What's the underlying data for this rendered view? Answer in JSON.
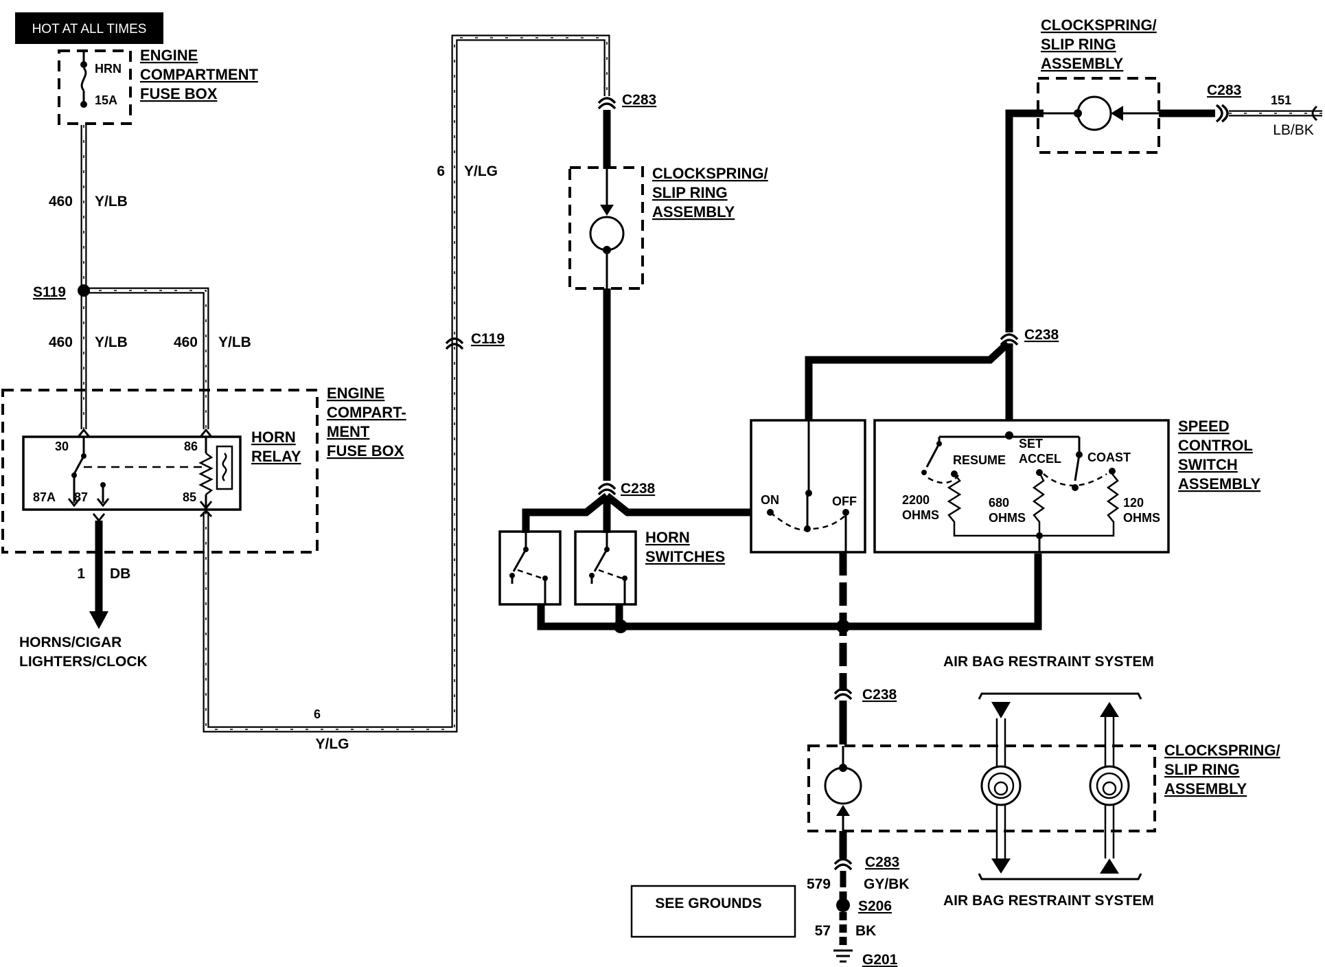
{
  "header": {
    "hot_label": "HOT AT ALL TIMES"
  },
  "fuse_box_top": {
    "line1": "ENGINE",
    "line2": "COMPARTMENT",
    "line3": "FUSE BOX",
    "fuse_name": "HRN",
    "fuse_rating": "15A"
  },
  "wires": {
    "w460_a_num": "460",
    "w460_a_color": "Y/LB",
    "w460_b_num": "460",
    "w460_b_color": "Y/LB",
    "w460_c_num": "460",
    "w460_c_color": "Y/LB",
    "w6_top_num": "6",
    "w6_top_color": "Y/LG",
    "w6_bottom_num": "6",
    "w6_bottom_color": "Y/LG",
    "w1_num": "1",
    "w1_color": "DB",
    "w151_num": "151",
    "w151_color": "LB/BK",
    "w579_num": "579",
    "w579_color": "GY/BK",
    "w57_num": "57",
    "w57_color": "BK"
  },
  "splices": {
    "s119": "S119",
    "s206": "S206"
  },
  "connectors": {
    "c283_top": "C283",
    "c283_right": "C283",
    "c283_bottom": "C283",
    "c119": "C119",
    "c238_horn": "C238",
    "c238_speed": "C238",
    "c238_bottom": "C238"
  },
  "ground": "G201",
  "fuse_box_relay": {
    "line1": "ENGINE",
    "line2": "COMPART-",
    "line3": "MENT",
    "line4": "FUSE BOX"
  },
  "horn_relay": {
    "line1": "HORN",
    "line2": "RELAY",
    "pin30": "30",
    "pin86": "86",
    "pin87a": "87A",
    "pin87": "87",
    "pin85": "85"
  },
  "horns_dest": {
    "line1": "HORNS/CIGAR",
    "line2": "LIGHTERS/CLOCK"
  },
  "clockspring_mid": {
    "line1": "CLOCKSPRING/",
    "line2": "SLIP RING",
    "line3": "ASSEMBLY"
  },
  "clockspring_top": {
    "line1": "CLOCKSPRING/",
    "line2": "SLIP RING",
    "line3": "ASSEMBLY"
  },
  "clockspring_bottom": {
    "line1": "CLOCKSPRING/",
    "line2": "SLIP RING",
    "line3": "ASSEMBLY"
  },
  "horn_switches": {
    "line1": "HORN",
    "line2": "SWITCHES"
  },
  "speed_control": {
    "line1": "SPEED",
    "line2": "CONTROL",
    "line3": "SWITCH",
    "line4": "ASSEMBLY",
    "on": "ON",
    "off": "OFF",
    "resume": "RESUME",
    "set1": "SET",
    "set2": "ACCEL",
    "coast": "COAST",
    "r1_val": "2200",
    "r1_unit": "OHMS",
    "r2_val": "680",
    "r2_unit": "OHMS",
    "r3_val": "120",
    "r3_unit": "OHMS"
  },
  "air_bag": {
    "top_label": "AIR BAG RESTRAINT SYSTEM",
    "bottom_label": "AIR BAG RESTRAINT SYSTEM"
  },
  "see_grounds": "SEE GROUNDS"
}
